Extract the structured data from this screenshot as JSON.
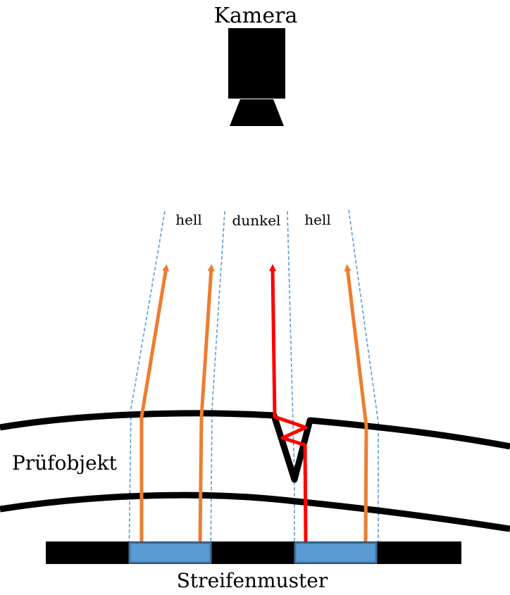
{
  "labels": {
    "camera": "Kamera",
    "object": "Prüfobjekt",
    "pattern": "Streifenmuster",
    "zone_left": "hell",
    "zone_middle": "dunkel",
    "zone_right": "hell"
  },
  "colors": {
    "background": "#ffffff",
    "object_outline": "#000000",
    "camera": "#000000",
    "stripe_dark": "#000000",
    "stripe_light": "#5b9bd5",
    "stripe_light_border": "#41719c",
    "ray_normal": "#ed7d31",
    "ray_defect": "#ff0000",
    "guide_line": "#5b9bd5"
  }
}
